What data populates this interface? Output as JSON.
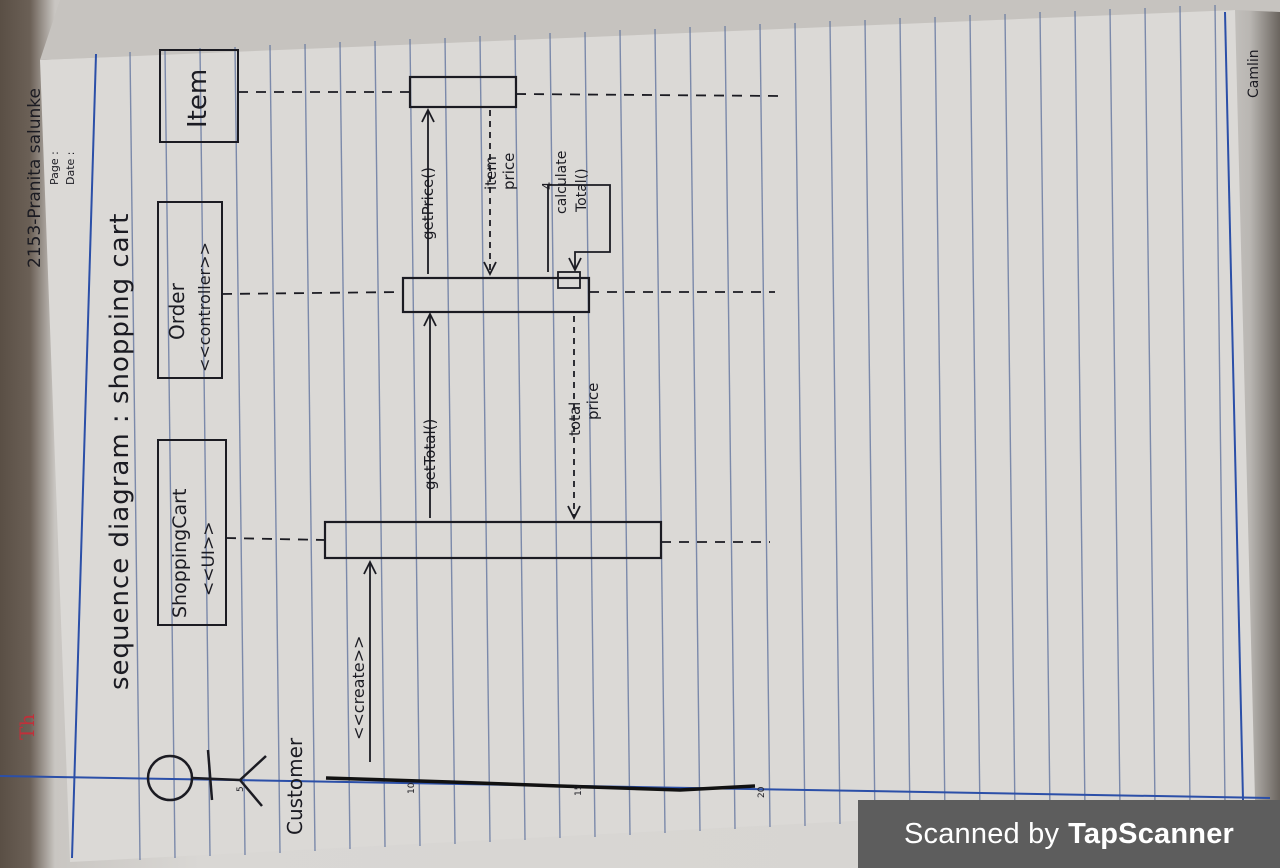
{
  "header": {
    "author": "2153-Pranita salunke",
    "page_label": "Page :",
    "date_label": "Date :",
    "brand": "Camlin",
    "corner_mark": "Th"
  },
  "diagram": {
    "title": "sequence diagram : shopping cart",
    "actor": "Customer",
    "objects": {
      "shopping_cart": {
        "name": "ShoppingCart",
        "stereotype": "<<UI>>"
      },
      "order": {
        "name": "Order",
        "stereotype": "<<controller>>"
      },
      "item": {
        "name": "Item"
      }
    },
    "messages": {
      "create": "<<create>>",
      "get_total": "getTotal()",
      "get_price": "getPrice()",
      "item_price_1": "item",
      "item_price_2": "price",
      "calculate_total_1": "calculate",
      "calculate_total_2": "Total()",
      "total_price_1": "total",
      "total_price_2": "price",
      "note_4": "4"
    },
    "ruler_numbers": [
      "5",
      "10",
      "15",
      "20"
    ]
  },
  "footer": {
    "scanned_by": "Scanned by",
    "app_name": "TapScanner"
  },
  "colors": {
    "paper": "#d9d7d4",
    "ink": "#1b1b22",
    "rule_line": "#5b6f9c",
    "margin_line": "#2b4fa8",
    "banner": "#5d5d5d"
  }
}
